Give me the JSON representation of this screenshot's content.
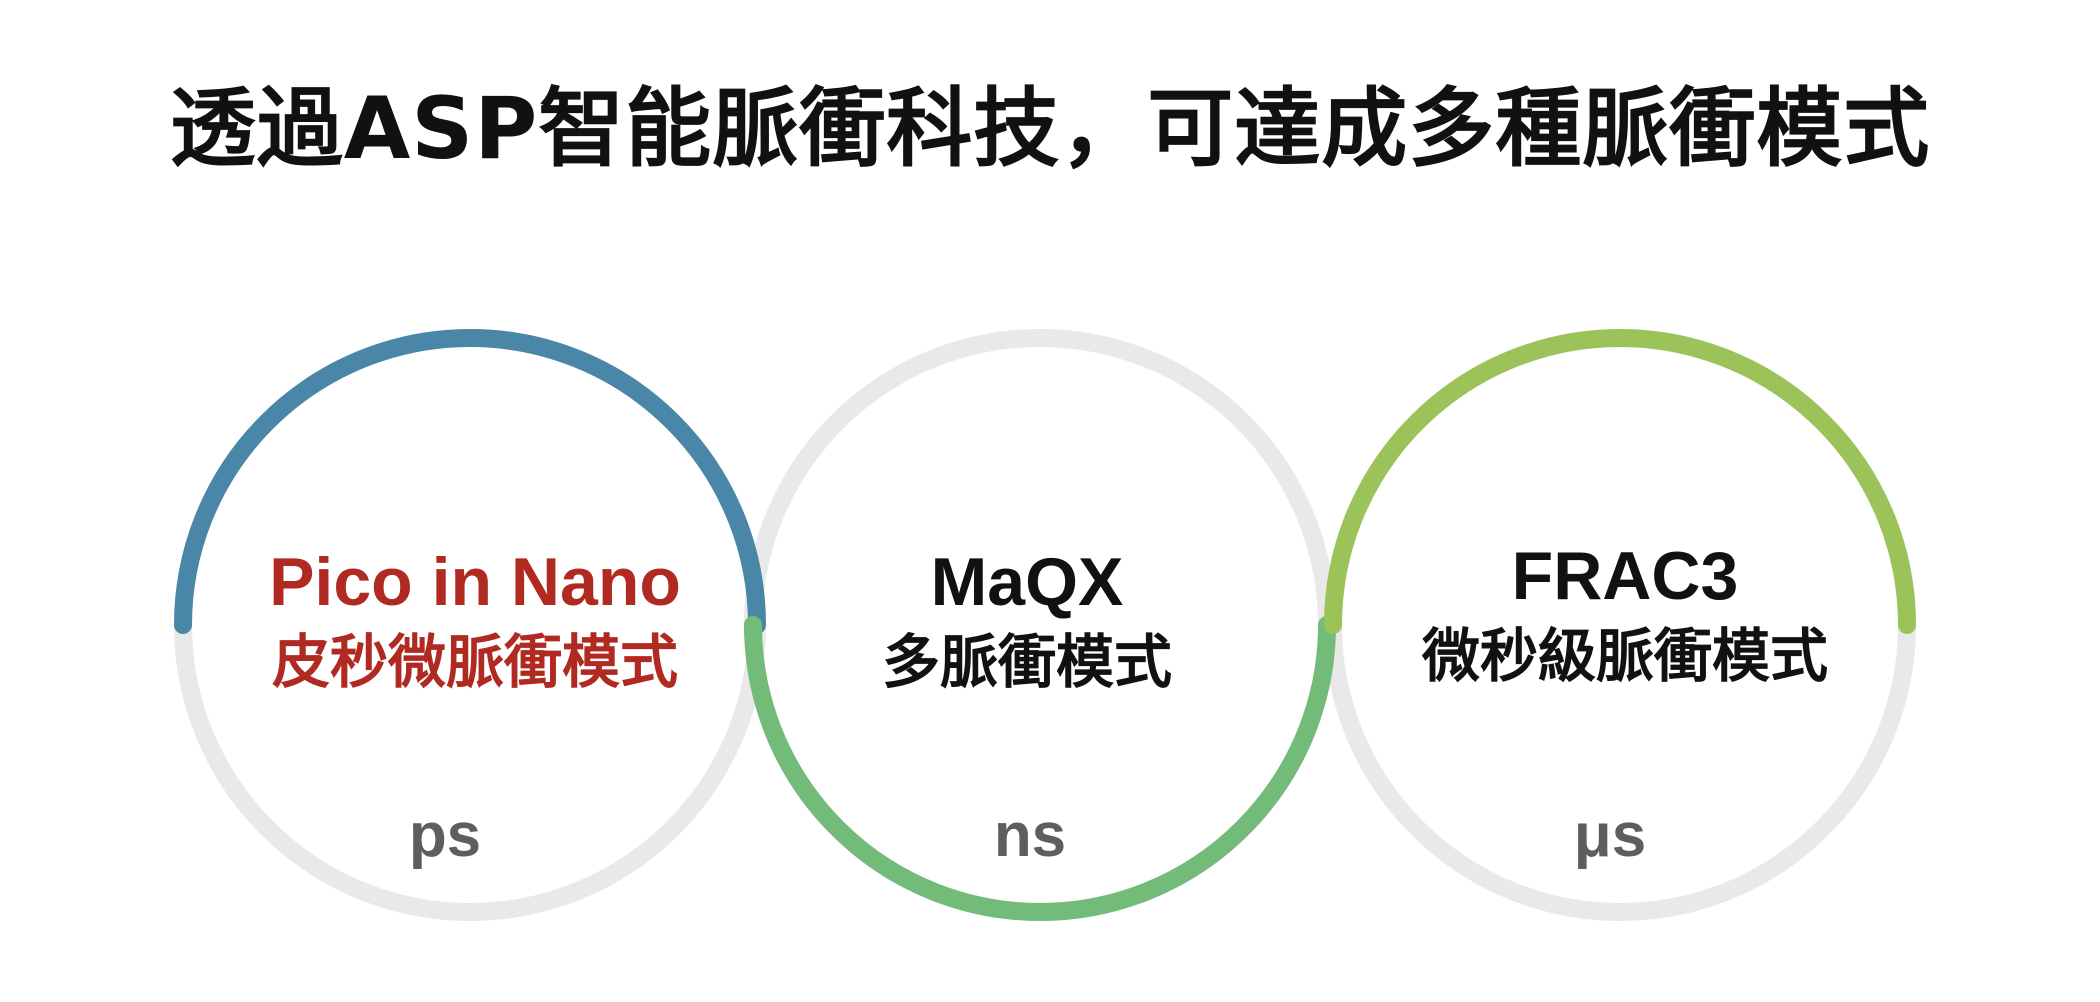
{
  "title": "透過ASP智能脈衝科技，可達成多種脈衝模式",
  "colors": {
    "ring_track": "#e9e9e9",
    "pico_arc": "#4a86a8",
    "maqx_arc": "#72bb78",
    "frac3_arc": "#9bc35a",
    "pico_text": "#b02a22",
    "default_text": "#111111",
    "unit_text": "#5e5e5e"
  },
  "modes": [
    {
      "name": "Pico in Nano",
      "desc": "皮秒微脈衝模式",
      "unit": "ps",
      "arc_color": "#4a86a8",
      "arc_half": "top",
      "text_color": "#b02a22"
    },
    {
      "name": "MaQX",
      "desc": "多脈衝模式",
      "unit": "ns",
      "arc_color": "#72bb78",
      "arc_half": "bottom",
      "text_color": "#111111"
    },
    {
      "name": "FRAC3",
      "desc": "微秒級脈衝模式",
      "unit": "μs",
      "arc_color": "#9bc35a",
      "arc_half": "top",
      "text_color": "#111111"
    }
  ]
}
